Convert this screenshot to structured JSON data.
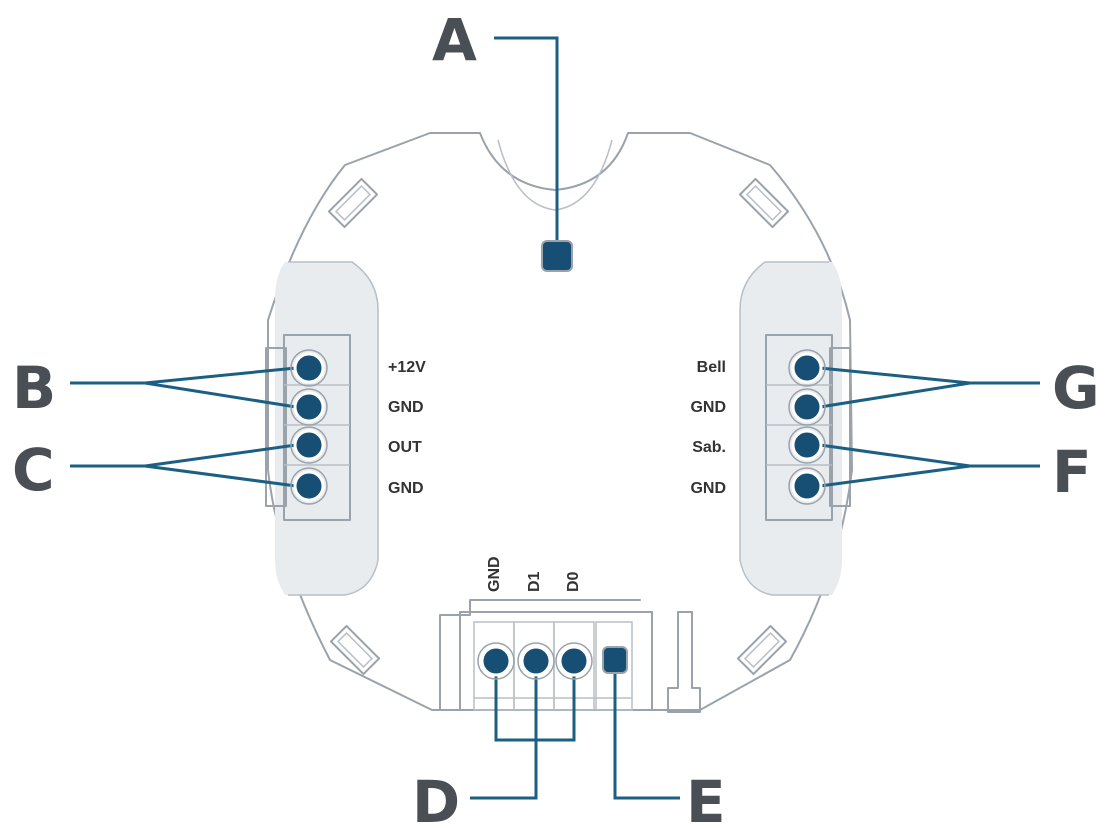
{
  "callouts": {
    "a": "A",
    "b": "B",
    "c": "C",
    "d": "D",
    "e": "E",
    "f": "F",
    "g": "G"
  },
  "left_terminal": {
    "pins": [
      "+12V",
      "GND",
      "OUT",
      "GND"
    ]
  },
  "right_terminal": {
    "pins": [
      "Bell",
      "GND",
      "Sab.",
      "GND"
    ]
  },
  "bottom_terminal": {
    "pins": [
      "GND",
      "D1",
      "D0"
    ]
  },
  "colors": {
    "accent": "#174f74",
    "leader": "#1b5f83",
    "outline": "#9aa3ab",
    "label": "#4a4f55"
  }
}
